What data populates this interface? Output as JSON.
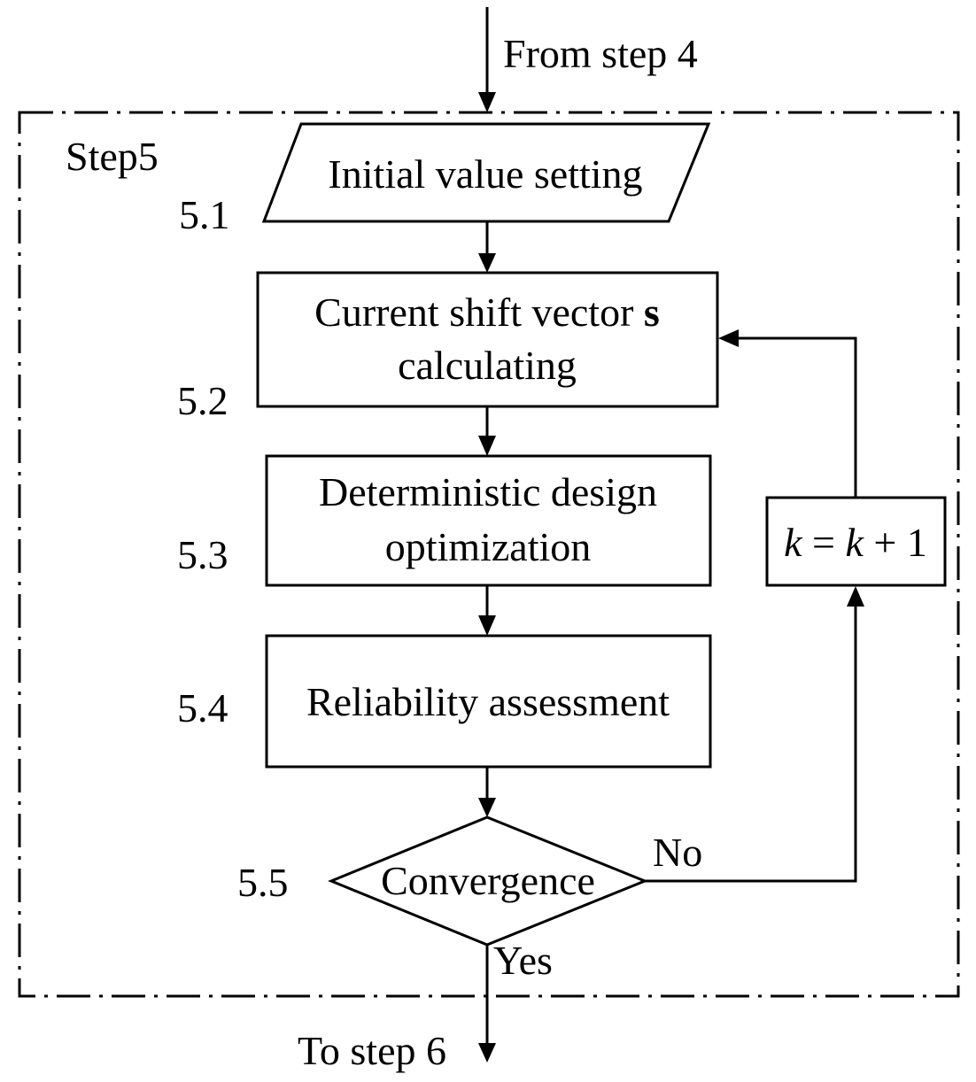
{
  "flowchart": {
    "entry_label": "From step 4",
    "exit_label": "To step 6",
    "group_label": "Step5",
    "steps": [
      {
        "id": "5.1",
        "number": "5.1",
        "text": "Initial value setting"
      },
      {
        "id": "5.2",
        "number": "5.2",
        "text_line1": "Current shift vector ",
        "text_line1_bold": "s",
        "text_line2": "calculating"
      },
      {
        "id": "5.3",
        "number": "5.3",
        "text_line1": "Deterministic design",
        "text_line2": "optimization"
      },
      {
        "id": "5.4",
        "number": "5.4",
        "text": "Reliability assessment"
      },
      {
        "id": "5.5",
        "number": "5.5",
        "text": "Convergence"
      }
    ],
    "loop_box": {
      "var": "k",
      "op1": " = ",
      "var2": "k",
      "op2": " + 1"
    },
    "branch_no": "No",
    "branch_yes": "Yes"
  }
}
